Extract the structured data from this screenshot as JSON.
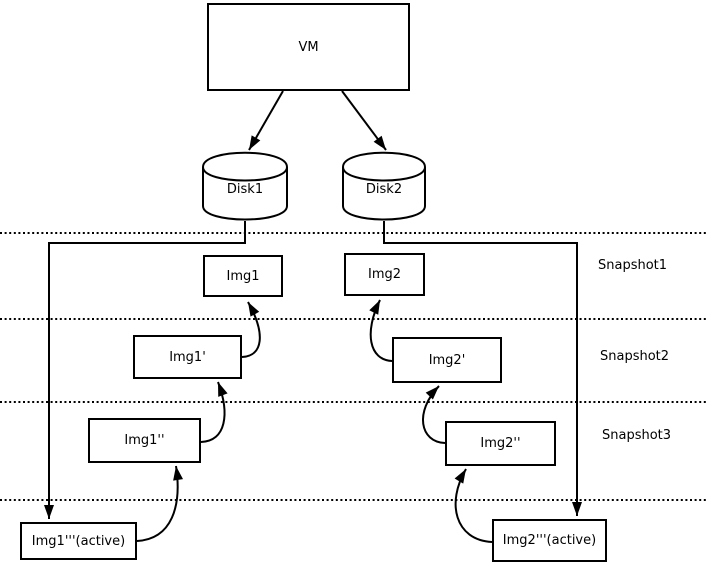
{
  "vm": {
    "label": "VM"
  },
  "disks": [
    {
      "label": "Disk1"
    },
    {
      "label": "Disk2"
    }
  ],
  "snapshots": [
    {
      "label": "Snapshot1"
    },
    {
      "label": "Snapshot2"
    },
    {
      "label": "Snapshot3"
    }
  ],
  "images": {
    "img1": "Img1",
    "img2": "Img2",
    "img1_s2": "Img1'",
    "img2_s2": "Img2'",
    "img1_s3": "Img1''",
    "img2_s3": "Img2''",
    "img1_active": "Img1'''(active)",
    "img2_active": "Img2'''(active)"
  },
  "colors": {
    "stroke": "#000000",
    "background": "#ffffff"
  }
}
